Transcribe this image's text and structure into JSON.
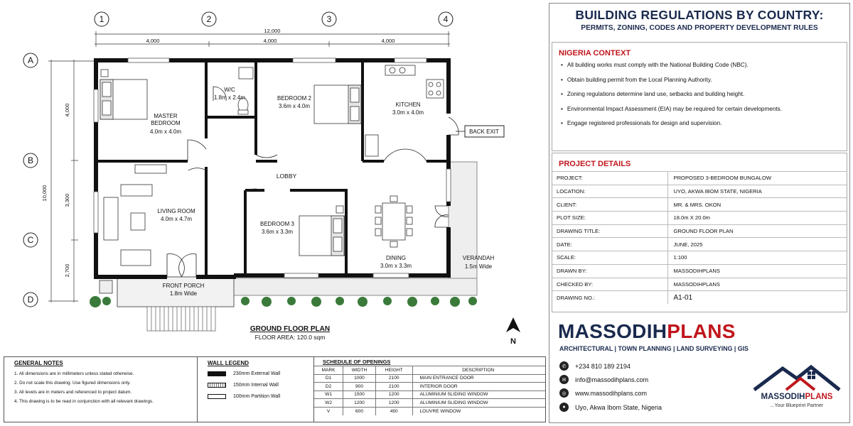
{
  "plan": {
    "grid_numbers": [
      "1",
      "2",
      "3",
      "4"
    ],
    "grid_letters": [
      "A",
      "B",
      "C",
      "D"
    ],
    "dim_total": "12,000",
    "dim_bays": [
      "4,000",
      "4,000",
      "4,000"
    ],
    "dim_left_total": "10,000",
    "dim_left_parts": [
      "4,000",
      "3,300",
      "2,700"
    ],
    "rooms": {
      "master_name": "MASTER\nBEDROOM",
      "master_size": "4.0m x 4.0m",
      "wc_name": "W/C",
      "wc_size": "1.8m x 2.4m",
      "bed2_name": "BEDROOM 2",
      "bed2_size": "3.6m x 4.0m",
      "kitchen_name": "KITCHEN",
      "kitchen_size": "3.0m x 4.0m",
      "lobby_name": "LOBBY",
      "living_name": "LIVING ROOM",
      "living_size": "4.0m x 4.7m",
      "bed3_name": "BEDROOM 3",
      "bed3_size": "3.6m x 3.3m",
      "dining_name": "DINING",
      "dining_size": "3.0m x 3.3m",
      "verandah_name": "VERANDAH",
      "verandah_size": "1.5m Wide",
      "porch_name": "FRONT PORCH",
      "porch_size": "1.8m Wide"
    },
    "back_exit": "BACK EXIT",
    "title": "GROUND FLOOR PLAN",
    "floor_area": "FLOOR AREA: 120.0 sqm",
    "north": "N"
  },
  "notes": {
    "heading": "GENERAL NOTES",
    "items": [
      "1. All dimensions are in millimeters unless stated otherwise.",
      "2. Do not scale this drawing. Use figured dimensions only.",
      "3. All levels are in meters and referenced to project datum.",
      "4. This drawing is to be read in conjunction with all relevant drawings."
    ]
  },
  "legend": {
    "heading": "WALL LEGEND",
    "items": [
      "230mm External Wall",
      "150mm Internal Wall",
      "100mm Partition Wall"
    ]
  },
  "schedule": {
    "heading": "SCHEDULE OF OPENINGS",
    "headers": [
      "MARK",
      "WIDTH",
      "HEIGHT",
      "DESCRIPTION"
    ],
    "rows": [
      [
        "D1",
        "1000",
        "2100",
        "MAIN ENTRANCE DOOR"
      ],
      [
        "D2",
        "900",
        "2100",
        "INTERIOR DOOR"
      ],
      [
        "W1",
        "1500",
        "1200",
        "ALUMINIUM SLIDING WINDOW"
      ],
      [
        "W2",
        "1200",
        "1200",
        "ALUMINIUM SLIDING WINDOW"
      ],
      [
        "V",
        "600",
        "450",
        "LOUVRE WINDOW"
      ]
    ]
  },
  "header": {
    "title": "BUILDING REGULATIONS BY COUNTRY:",
    "subtitle": "PERMITS, ZONING, CODES AND PROPERTY DEVELOPMENT RULES"
  },
  "context": {
    "heading": "NIGERIA CONTEXT",
    "items": [
      "All building works must comply with the National Building Code (NBC).",
      "Obtain building permit from the Local Planning Authority.",
      "Zoning regulations determine land use, setbacks and building height.",
      "Environmental Impact Assessment (EIA) may be required for certain developments.",
      "Engage registered professionals for design and supervision."
    ]
  },
  "project": {
    "heading": "PROJECT DETAILS",
    "rows": [
      {
        "label": "PROJECT:",
        "value": "PROPOSED 3-BEDROOM BUNGALOW"
      },
      {
        "label": "LOCATION:",
        "value": "UYO, AKWA IBOM STATE, NIGERIA"
      },
      {
        "label": "CLIENT:",
        "value": "MR. & MRS. OKON"
      },
      {
        "label": "PLOT SIZE:",
        "value": "18.0m X 20.0m"
      },
      {
        "label": "DRAWING TITLE:",
        "value": "GROUND FLOOR PLAN"
      },
      {
        "label": "DATE:",
        "value": "JUNE, 2025"
      },
      {
        "label": "SCALE:",
        "value": "1:100"
      },
      {
        "label": "DRAWN BY:",
        "value": "MASSODIHPLANS"
      },
      {
        "label": "CHECKED BY:",
        "value": "MASSODIHPLANS"
      },
      {
        "label": "DRAWING NO.:",
        "value": "A1-01"
      }
    ]
  },
  "brand": {
    "name_part1": "MASSODIH",
    "name_part2": "PLANS",
    "tagline": "ARCHITECTURAL | TOWN PLANNING | LAND SURVEYING | GIS",
    "phone": "+234 810 189 2194",
    "email": "info@massodihplans.com",
    "website": "www.massodihplans.com",
    "address": "Uyo, Akwa Ibom State, Nigeria",
    "logo_part1": "MASSODIH",
    "logo_part2": "PLANS",
    "logo_tagline": "...Your Blueprint Partner",
    "colors": {
      "navy": "#1a2a4e",
      "red": "#c0161c"
    }
  }
}
